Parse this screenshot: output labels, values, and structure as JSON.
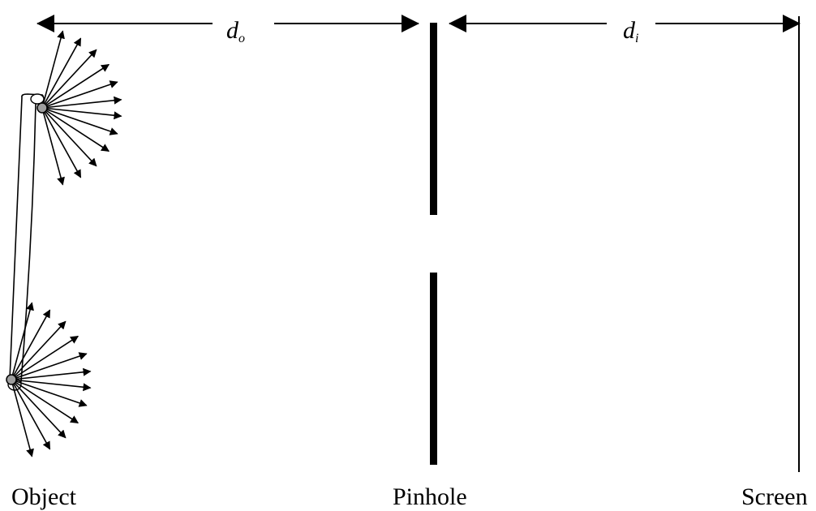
{
  "labels": {
    "object": "Object",
    "pinhole": "Pinhole",
    "screen": "Screen",
    "object_distance_symbol": "d",
    "object_distance_sub": "o",
    "image_distance_symbol": "d",
    "image_distance_sub": "i"
  },
  "colors": {
    "ink": "#000000",
    "point_fill": "#9e9e9e",
    "background": "#ffffff"
  }
}
